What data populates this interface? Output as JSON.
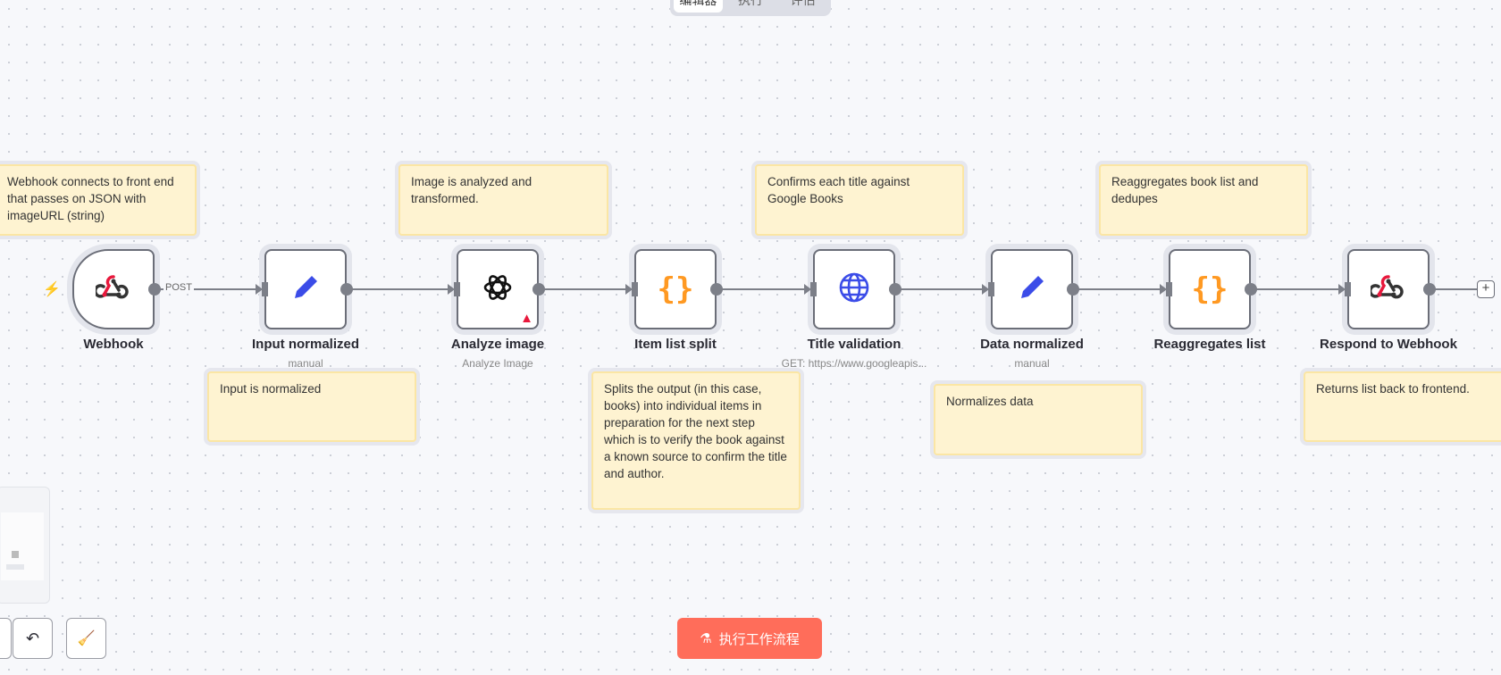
{
  "header": {
    "tabs": [
      {
        "label": "编辑器",
        "active": true
      },
      {
        "label": "执行",
        "active": false
      },
      {
        "label": "评估",
        "active": false
      }
    ]
  },
  "nodes": [
    {
      "name": "Webhook",
      "subtitle": "",
      "icon": "webhook-icon",
      "output_label": "POST"
    },
    {
      "name": "Input normalized",
      "subtitle": "manual",
      "icon": "pencil-icon"
    },
    {
      "name": "Analyze image",
      "subtitle": "Analyze Image",
      "icon": "openai-icon",
      "warning": true
    },
    {
      "name": "Item list split",
      "subtitle": "",
      "icon": "code-braces-icon"
    },
    {
      "name": "Title validation",
      "subtitle": "GET: https://www.googleapis...",
      "icon": "globe-icon"
    },
    {
      "name": "Data normalized",
      "subtitle": "manual",
      "icon": "pencil-icon"
    },
    {
      "name": "Reaggregates list",
      "subtitle": "",
      "icon": "code-braces-icon"
    },
    {
      "name": "Respond to Webhook",
      "subtitle": "",
      "icon": "webhook-icon"
    }
  ],
  "notes": [
    "Webhook connects to front end that passes on JSON with imageURL (string)",
    "Image is analyzed and transformed.",
    "Confirms each title against Google Books",
    "Reaggregates book list and dedupes",
    "Input is normalized",
    "Splits the output (in this case, books) into individual items in preparation for the next step which is to verify the book against a known source to confirm the title and author.",
    "Normalizes data",
    "Returns list back to frontend."
  ],
  "footer": {
    "run_label": "执行工作流程"
  },
  "colors": {
    "accent": "#ff6d5a",
    "note_bg": "#fef3d1",
    "pencil": "#3b4ce8",
    "braces": "#ff9922",
    "webhook_red": "#e8183c"
  }
}
